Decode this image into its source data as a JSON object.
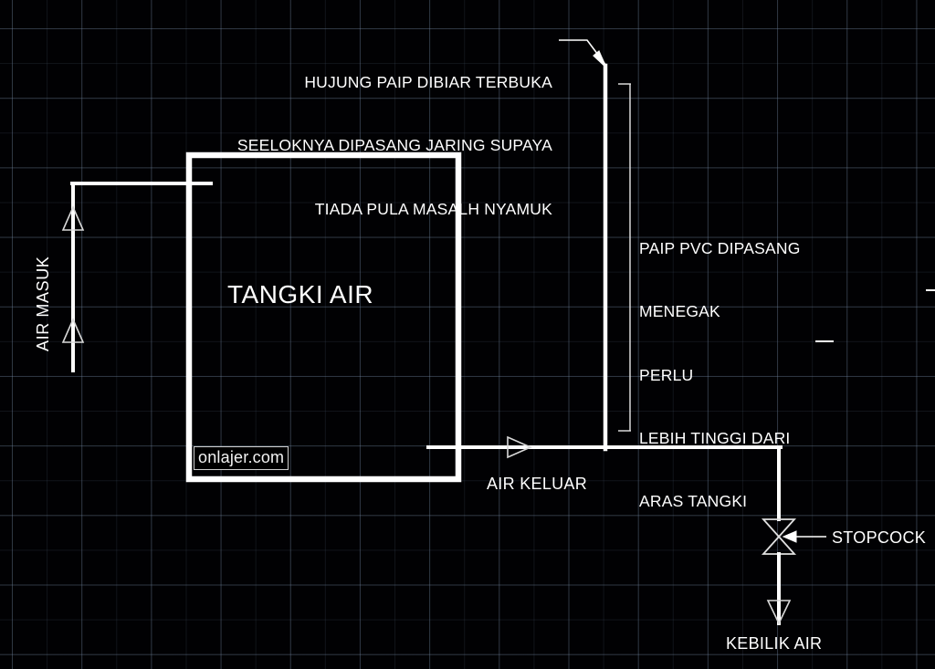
{
  "diagram": {
    "title": "TANGKI AIR",
    "colors": {
      "background": "#010103",
      "line": "#ffffff",
      "grid_major": "#788ca5",
      "grid_minor": "#465569"
    },
    "notes": {
      "vent_note": {
        "line1": "HUJUNG PAIP DIBIAR TERBUKA",
        "line2": "SEELOKNYA DIPASANG JARING SUPAYA",
        "line3": "TIADA PULA MASALH NYAMUK"
      },
      "pipe_note": {
        "line1": "PAIP PVC DIPASANG",
        "line2": "MENEGAK",
        "line3": "PERLU",
        "line4": "LEBIH TINGGI DARI",
        "line5": "ARAS TANGKI"
      }
    },
    "labels": {
      "tank": "TANGKI AIR",
      "inlet": "AIR MASUK",
      "outlet": "AIR KELUAR",
      "stopcock": "STOPCOCK",
      "destination": "KEBILIK AIR"
    },
    "watermark": "onlajer.com",
    "icons": {
      "inlet_arrow_1": "flow-arrow-up",
      "inlet_arrow_2": "flow-arrow-up",
      "outlet_arrow": "flow-arrow-right",
      "drop_arrow": "flow-arrow-down",
      "valve": "stopcock-valve-symbol",
      "leader_arrow": "leader-arrowhead"
    }
  }
}
